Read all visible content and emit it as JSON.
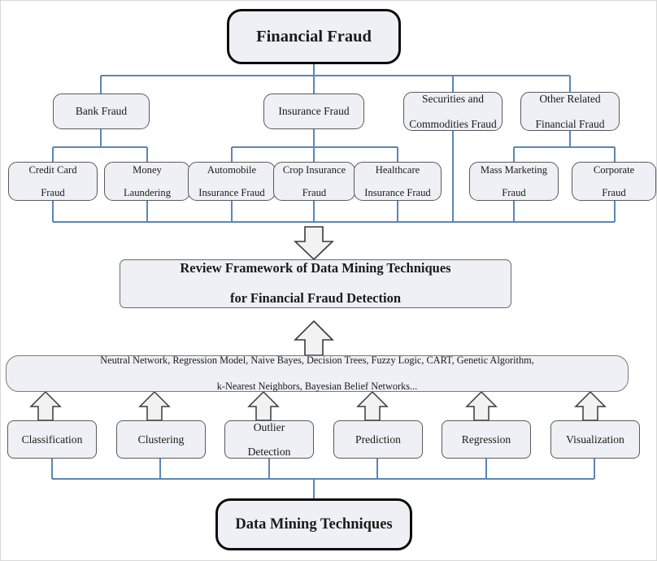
{
  "diagram": {
    "title": "Review Framework of Data Mining Techniques for Financial Fraud Detection",
    "root": {
      "label": "Financial Fraud"
    },
    "bottom_root": {
      "label": "Data Mining Techniques"
    },
    "framework": {
      "line1": "Review Framework of Data Mining Techniques",
      "line2": "for Financial Fraud Detection"
    },
    "techniques_list": {
      "line1": "Neutral Network, Regression Model, Naive Bayes, Decision Trees, Fuzzy Logic, CART, Genetic Algorithm,",
      "line2": "k-Nearest Neighbors, Bayesian Belief Networks..."
    },
    "fraud_categories": [
      {
        "label": "Bank Fraud"
      },
      {
        "label": "Insurance Fraud"
      },
      {
        "line1": "Securities and",
        "line2": "Commodities Fraud"
      },
      {
        "line1": "Other Related",
        "line2": "Financial Fraud"
      }
    ],
    "fraud_subtypes": [
      {
        "line1": "Credit Card",
        "line2": "Fraud"
      },
      {
        "line1": "Money",
        "line2": "Laundering"
      },
      {
        "line1": "Automobile",
        "line2": "Insurance Fraud"
      },
      {
        "line1": "Crop Insurance",
        "line2": "Fraud"
      },
      {
        "line1": "Healthcare",
        "line2": "Insurance Fraud"
      },
      {
        "line1": "Mass Marketing",
        "line2": "Fraud"
      },
      {
        "line1": "Corporate",
        "line2": "Fraud"
      }
    ],
    "mining_techniques": [
      {
        "label": "Classification"
      },
      {
        "label": "Clustering"
      },
      {
        "line1": "Outlier",
        "line2": "Detection"
      },
      {
        "label": "Prediction"
      },
      {
        "label": "Regression"
      },
      {
        "label": "Visualization"
      }
    ],
    "colors": {
      "connector": "#5b86b5",
      "box_fill": "#eff0f5",
      "box_border": "#5a5a5a",
      "heavy_border": "#0c0c0c",
      "arrow_outline": "#3a3a3a",
      "arrow_fill": "#f2f2f2",
      "page_border": "#d8d8d8"
    }
  }
}
